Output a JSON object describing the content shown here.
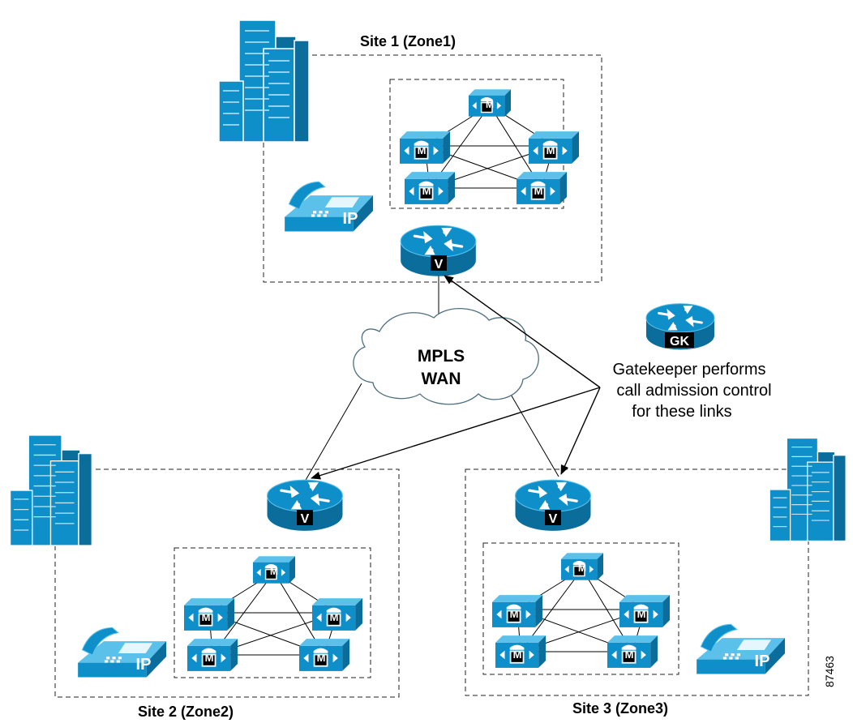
{
  "sites": [
    {
      "name": "Site 1 (Zone1)"
    },
    {
      "name": "Site 2 (Zone2)"
    },
    {
      "name": "Site 3 (Zone3)"
    }
  ],
  "wan": {
    "line1": "MPLS",
    "line2": "WAN"
  },
  "gatekeeper": {
    "badge": "GK",
    "caption": [
      "Gatekeeper performs",
      "call admission control",
      "for these links"
    ]
  },
  "router_badge": "V",
  "cucm_badge": "M",
  "phone_badge": "IP",
  "figure_id": "87463",
  "colors": {
    "device": "#0f8fc9",
    "device_dark": "#0a6d9c",
    "device_light": "#5cc1ea"
  },
  "icons": [
    "building-icon",
    "router-icon",
    "call-manager-icon",
    "ip-phone-icon",
    "cloud-icon",
    "gatekeeper-icon"
  ]
}
